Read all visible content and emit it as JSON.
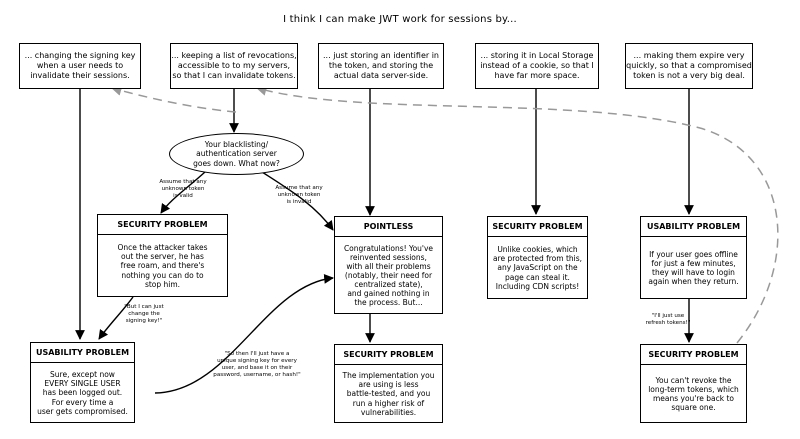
{
  "title": "I think I can make JWT work for sessions by...",
  "top_boxes": [
    "...  changing the signing key\nwhen a user needs to\ninvalidate their sessions.",
    "... keeping a list of revocations,\naccessible to to my servers,\nso that I can invalidate tokens.",
    "... just storing an identifier in\nthe token, and storing the\nactual data server-side.",
    "... storing it in Local Storage\ninstead of a cookie, so that I\nhave far more space.",
    "... making them expire very\nquickly, so that a compromised\ntoken is not a very big deal."
  ],
  "oval": "Your blacklisting/\nauthentication server\ngoes down. What now?",
  "panels": {
    "security_problem_1": {
      "heading": "SECURITY PROBLEM",
      "body": "Once the attacker takes\nout the server, he has\nfree roam, and there's\nnothing you can do to\nstop him."
    },
    "pointless": {
      "heading": "POINTLESS",
      "body": "Congratulations! You've\nreinvented sessions,\nwith all their problems\n(notably, their need for\ncentralized state),\nand gained nothing in\nthe process. But..."
    },
    "security_problem_2": {
      "heading": "SECURITY PROBLEM",
      "body": "Unlike cookies, which\nare protected from this,\nany JavaScript on the\npage can steal it.\nIncluding CDN scripts!"
    },
    "usability_problem_2": {
      "heading": "USABILITY PROBLEM",
      "body": "If your user goes offline\nfor just a few minutes,\nthey will have to login\nagain when they return."
    },
    "usability_problem_1": {
      "heading": "USABILITY PROBLEM",
      "body": "Sure, except now\nEVERY SINGLE USER\nhas been logged out.\nFor every time a\nuser gets compromised."
    },
    "security_problem_3": {
      "heading": "SECURITY PROBLEM",
      "body": "The implementation you\nare using is less\nbattle-tested, and you\nrun a higher risk of\nvulnerabilities."
    },
    "security_problem_4": {
      "heading": "SECURITY PROBLEM",
      "body": "You can't revoke the\nlong-term tokens, which\nmeans you're back to\nsquare one."
    }
  },
  "notes": {
    "valid": "Assume that any\nunknown token\nis valid",
    "invalid": "Assume that any\nunknown token\nis invalid",
    "change_key": "\"But I can just\nchange the\nsigning key!\"",
    "unique_key": "\"So then I'll just have a\nunique signing key for every\nuser, and base it on their\npassword, username, or hash!\"",
    "refresh": "\"I'll just use\nrefresh tokens!\""
  },
  "colors": {
    "ink": "#000000",
    "dashed": "#999999",
    "background": "#ffffff"
  }
}
